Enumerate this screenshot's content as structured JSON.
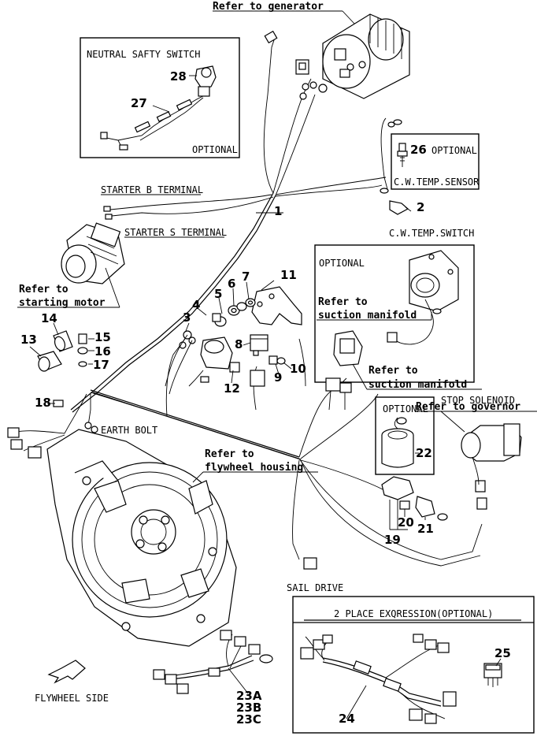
{
  "references": {
    "generator": "Refer to generator",
    "starting_motor_1": "Refer to",
    "starting_motor_2": "starting motor",
    "suction_manifold_a1": "Refer to",
    "suction_manifold_a2": "suction manifold",
    "suction_manifold_b1": "Refer to",
    "suction_manifold_b2": "suction manifold",
    "governor": "Refer to governor",
    "flywheel_housing_1": "Refer to",
    "flywheel_housing_2": "flywheel housing"
  },
  "labels": {
    "neutral_switch": "NEUTRAL SAFTY SWITCH",
    "optional_neutral": "OPTIONAL",
    "starter_b": "STARTER B TERMINAL",
    "starter_s": "STARTER S TERMINAL",
    "cw_temp_sensor": "C.W.TEMP.SENSOR",
    "optional_sensor": "OPTIONAL",
    "cw_temp_switch": "C.W.TEMP.SWITCH",
    "optional_switch": "OPTIONAL",
    "earth_bolt": "EARTH BOLT",
    "stop_solenoid": "STOP SOLENOID",
    "optional_solenoid": "OPTIONAL",
    "sail_drive": "SAIL DRIVE",
    "two_place": "2 PLACE EXQRESSION(OPTIONAL)",
    "flywheel_side": "FLYWHEEL SIDE"
  },
  "parts": {
    "p1": "1",
    "p2": "2",
    "p3": "3",
    "p4": "4",
    "p5": "5",
    "p6": "6",
    "p7": "7",
    "p8": "8",
    "p9": "9",
    "p10": "10",
    "p11": "11",
    "p12": "12",
    "p13": "13",
    "p14": "14",
    "p15": "15",
    "p16": "16",
    "p17": "17",
    "p18": "18",
    "p19": "19",
    "p20": "20",
    "p21": "21",
    "p22": "22",
    "p23a": "23A",
    "p23b": "23B",
    "p23c": "23C",
    "p24": "24",
    "p25": "25",
    "p26": "26",
    "p27": "27",
    "p28": "28"
  }
}
